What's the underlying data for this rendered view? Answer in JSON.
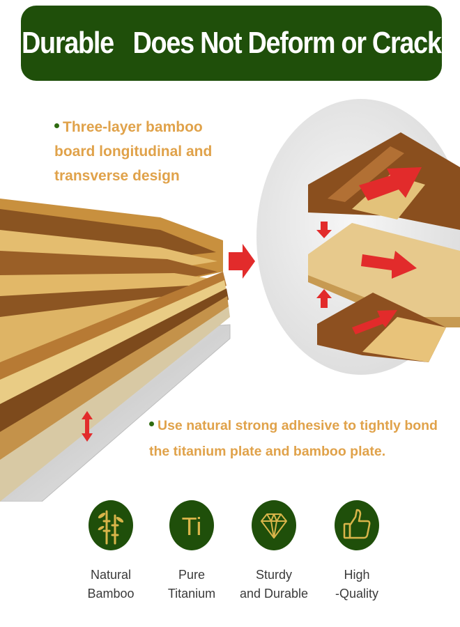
{
  "banner": {
    "title": "Durable   Does Not Deform or Crack"
  },
  "features": [
    {
      "text": "Three-layer bamboo board longitudinal and transverse design"
    },
    {
      "text": "Use natural strong adhesive to tightly bond the titanium plate and bamboo plate."
    }
  ],
  "icons": [
    {
      "icon": "bamboo-icon",
      "line1": "Natural",
      "line2": "Bamboo"
    },
    {
      "icon": "titanium-icon",
      "glyph": "Ti",
      "line1": "Pure",
      "line2": "Titanium"
    },
    {
      "icon": "diamond-icon",
      "line1": "Sturdy",
      "line2": "and Durable"
    },
    {
      "icon": "thumbs-up-icon",
      "line1": "High",
      "line2": "-Quality"
    }
  ],
  "colors": {
    "banner_green": "#1f4f0a",
    "feature_text": "#e0a24a",
    "arrow_red": "#e22b2b",
    "icon_gold": "#d9b54a"
  }
}
